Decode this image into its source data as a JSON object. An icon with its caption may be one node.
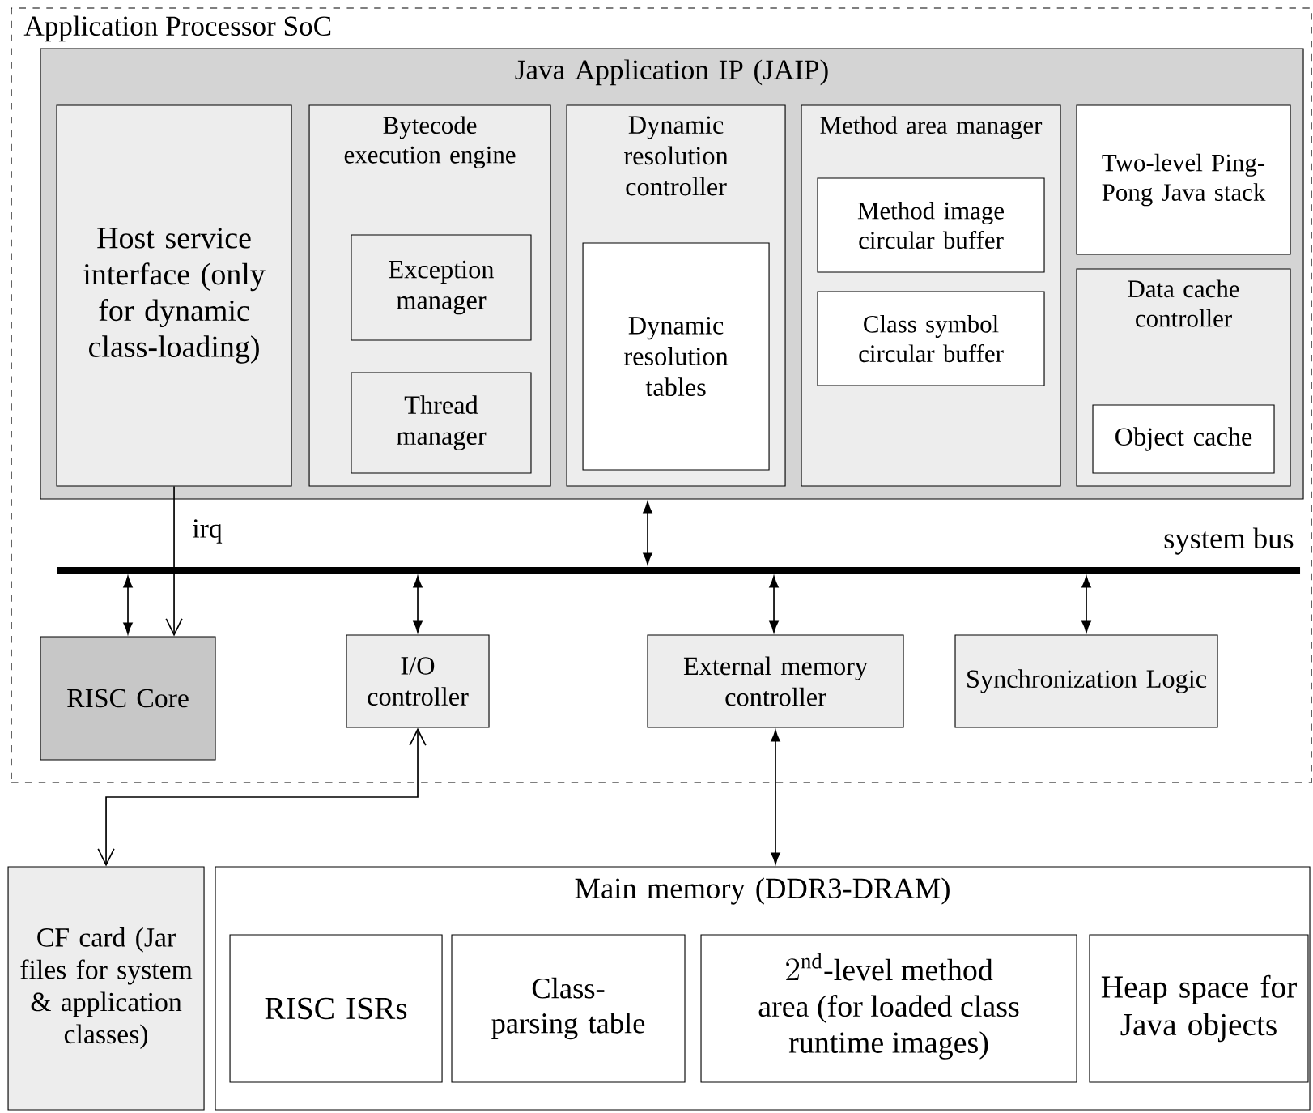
{
  "diagram": {
    "nodes": [
      {
        "text": [
          "Application Processor SoC"
        ]
      },
      {
        "text": [
          "Java Application IP (JAIP)"
        ],
        "in": 0
      },
      {
        "text": [
          "Host service interface (only for dynamic class-loading)"
        ],
        "in": 1
      },
      {
        "text": [
          "Bytecode execution engine"
        ],
        "in": 1
      },
      {
        "text": [
          "Exception manager"
        ],
        "in": 3
      },
      {
        "text": [
          "Thread manager"
        ],
        "in": 3
      },
      {
        "text": [
          "Dynamic resolution controller"
        ],
        "in": 1
      },
      {
        "text": [
          "Dynamic resolution tables"
        ],
        "in": 6
      },
      {
        "text": [
          "Method area manager"
        ],
        "in": 1
      },
      {
        "text": [
          "Method image circular buffer"
        ],
        "in": 8
      },
      {
        "text": [
          "Class symbol circular buffer"
        ],
        "in": 8
      },
      {
        "text": [
          "Two-level Ping-Pong Java stack"
        ],
        "in": 1
      },
      {
        "text": [
          "Data cache controller"
        ],
        "in": 1
      },
      {
        "text": [
          "Object cache"
        ],
        "in": 12
      },
      {
        "text": [
          "system bus"
        ],
        "in": 0
      },
      {
        "text": [
          "RISC Core"
        ],
        "in": 0
      },
      {
        "text": [
          "I/O controller"
        ],
        "in": 0
      },
      {
        "text": [
          "External memory controller"
        ],
        "in": 0
      },
      {
        "text": [
          "Synchronization Logic"
        ],
        "in": 0
      },
      {
        "text": [
          "CF card (Jar files for system & application classes)"
        ]
      },
      {
        "text": [
          "Main memory (DDR3-DRAM)"
        ]
      },
      {
        "text": [
          "RISC ISRs"
        ],
        "in": 20
      },
      {
        "text": [
          "Class-parsing table"
        ],
        "in": 20
      },
      {
        "text": [
          "\\begin{array}{c}2^{\\text{nd}}\\text{-level method}\\\\ \\text{area (for loaded class}\\\\ \\text{runtime images)}\\end{array}"
        ],
        "in": 20
      },
      {
        "text": [
          "Heap space for Java objects"
        ],
        "in": 20
      }
    ],
    "edges": [
      {
        "from": 2,
        "to": 15,
        "arrow": "to",
        "label": "irq"
      },
      {
        "from": 14,
        "to": 15,
        "arrow": "both"
      },
      {
        "from": 1,
        "to": 14,
        "arrow": "both"
      },
      {
        "from": 14,
        "to": 16,
        "arrow": "both"
      },
      {
        "from": 14,
        "to": 17,
        "arrow": "both"
      },
      {
        "from": 14,
        "to": 18,
        "arrow": "both"
      },
      {
        "from": 16,
        "to": 19,
        "arrow": "both"
      },
      {
        "from": 17,
        "to": 20,
        "arrow": "both"
      }
    ]
  }
}
